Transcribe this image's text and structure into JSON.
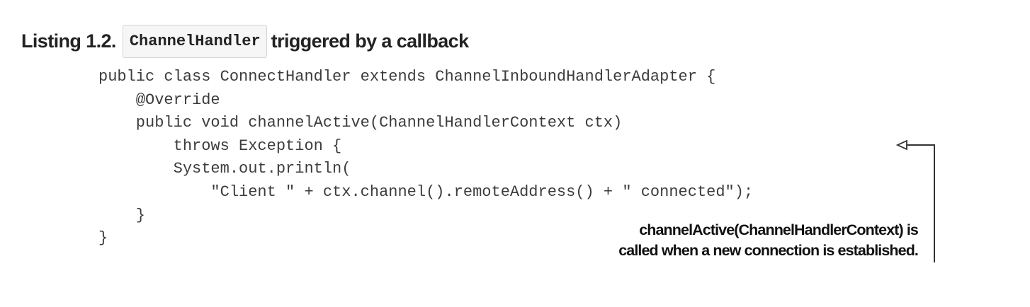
{
  "listing": {
    "prefix": "Listing 1.2.",
    "code_term": "ChannelHandler",
    "suffix": "triggered by a callback"
  },
  "code_lines": [
    "public class ConnectHandler extends ChannelInboundHandlerAdapter {",
    "    @Override",
    "    public void channelActive(ChannelHandlerContext ctx)",
    "        throws Exception {",
    "        System.out.println(",
    "            \"Client \" + ctx.channel().remoteAddress() + \" connected\");",
    "    }",
    "}"
  ],
  "annotation": {
    "line1": "channelActive(ChannelHandlerContext) is",
    "line2": "called when a new connection is established."
  }
}
